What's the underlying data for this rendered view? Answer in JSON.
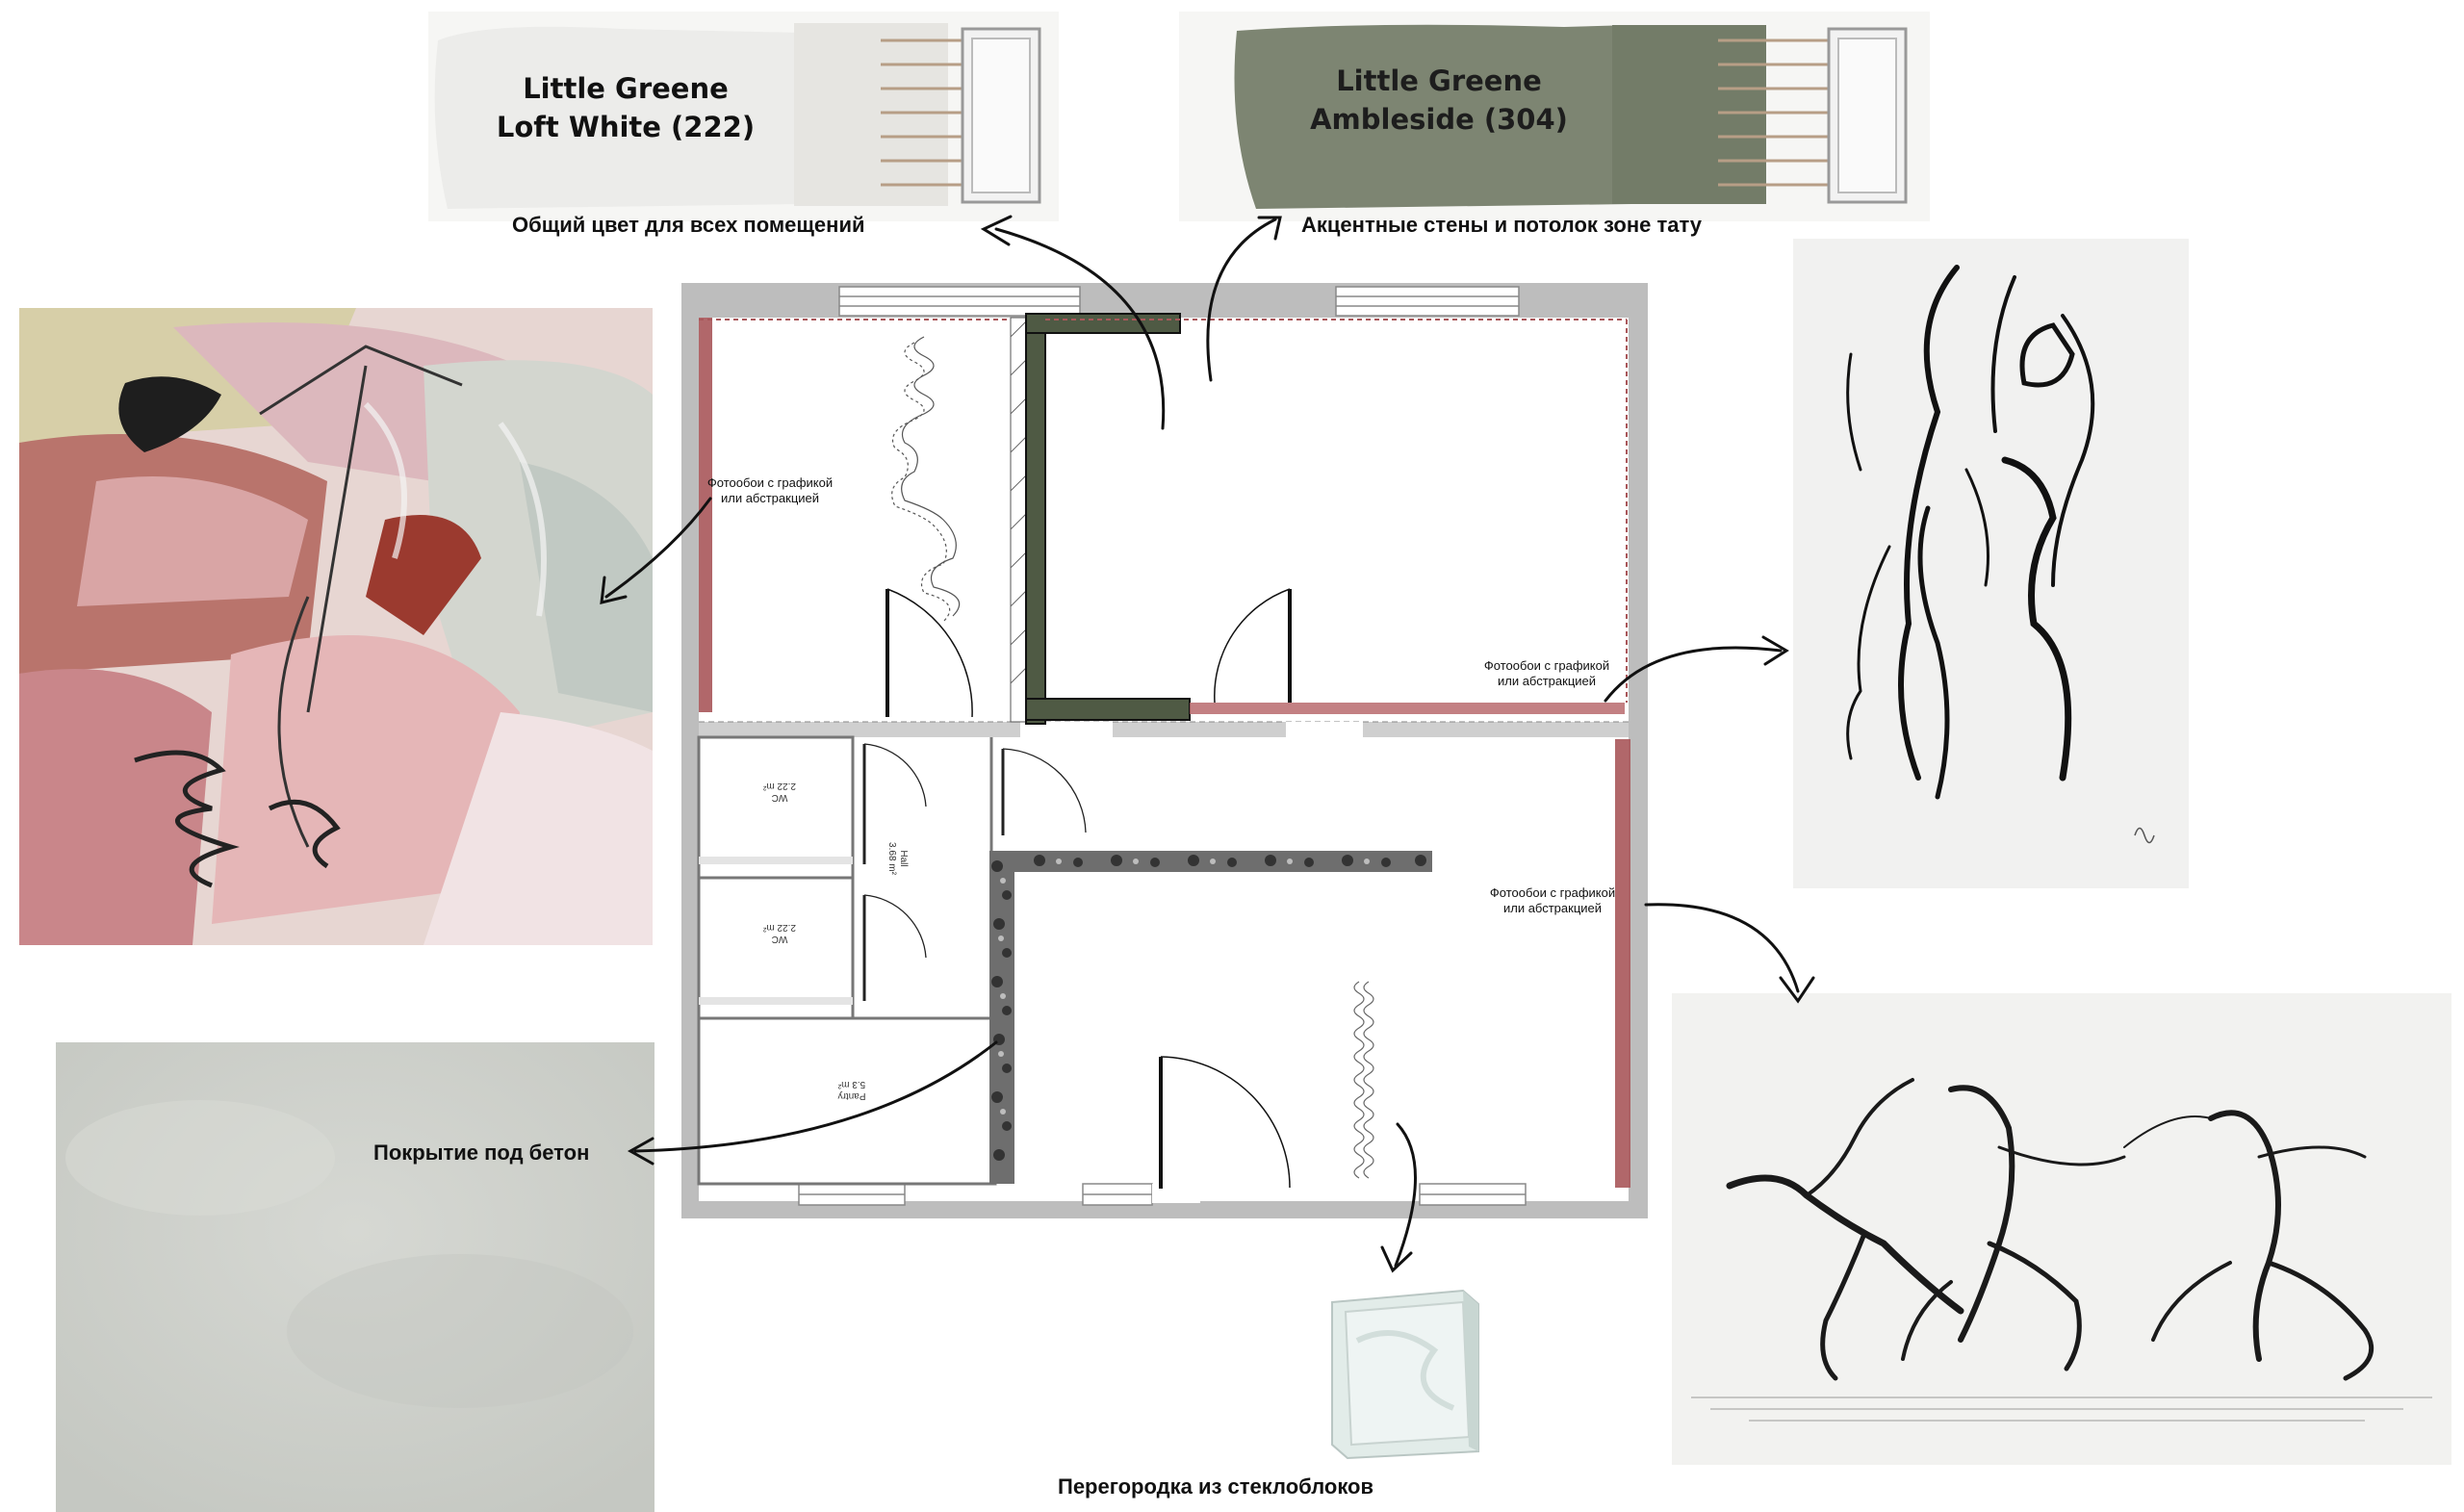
{
  "swatches": [
    {
      "brand": "Little Greene",
      "name": "Loft White (222)",
      "color": "#efefed",
      "caption": "Общий цвет для всех помещений"
    },
    {
      "brand": "Little Greene",
      "name": "Ambleside (304)",
      "color": "#7d8572",
      "caption": "Акцентные стены и потолок зоне тату"
    }
  ],
  "plan_notes": {
    "left": [
      "Фотообои с графикой",
      "или абстракцией"
    ],
    "right_upper": [
      "Фотообои с графикой",
      "или абстракцией"
    ],
    "right_lower": [
      "Фотообои с графикой",
      "или абстракцией"
    ]
  },
  "rooms": {
    "wc1": [
      "WC",
      "2.22 m²"
    ],
    "wc2": [
      "WC",
      "2.22 m²"
    ],
    "hall": [
      "Hall",
      "3.68 m²"
    ],
    "pantry": [
      "Pantry",
      "5.3 m²"
    ]
  },
  "captions": {
    "concrete": "Покрытие под бетон",
    "glass": "Перегородка из стеклоблоков"
  },
  "colors": {
    "accent_green": "#4f5a44",
    "wallpaper_red": "#a9575a",
    "wall_gray": "#bdbdbd",
    "concrete": "#cfd1cc"
  },
  "icons": [
    "abstract-painting",
    "line-drawing-figure",
    "dancers-sketch",
    "concrete-texture",
    "glass-block"
  ]
}
